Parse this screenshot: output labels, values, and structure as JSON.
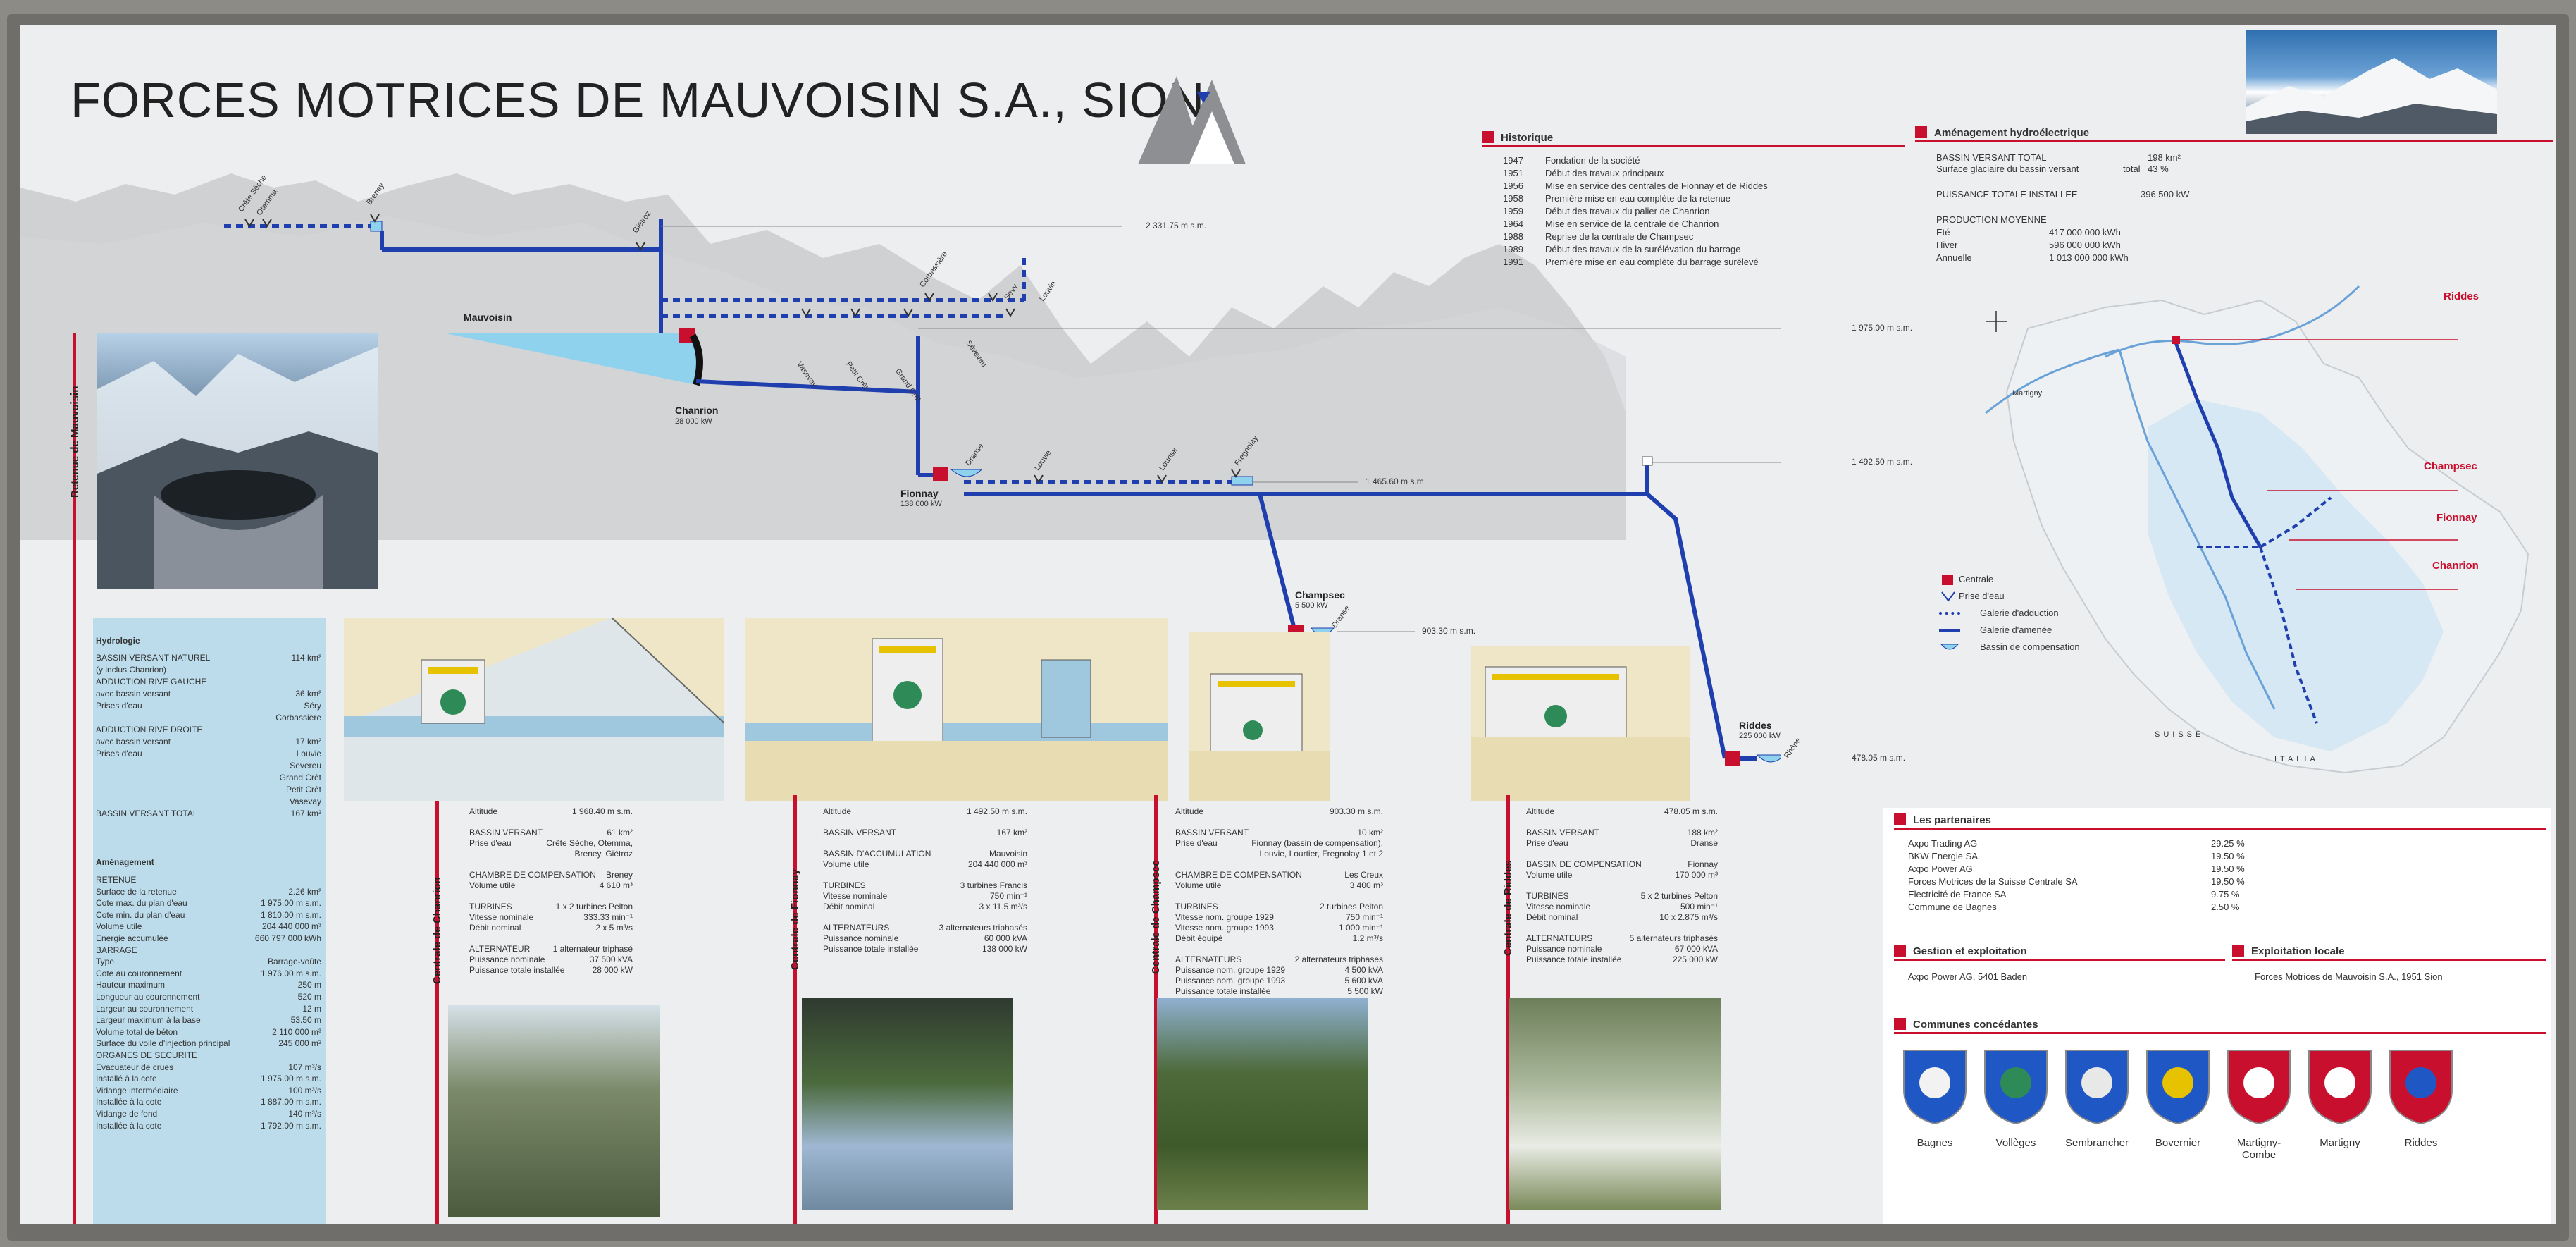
{
  "title": "FORCES MOTRICES DE MAUVOISIN S.A., SION",
  "historique": {
    "heading": "Historique",
    "items": [
      [
        "1947",
        "Fondation de la société"
      ],
      [
        "1951",
        "Début des travaux principaux"
      ],
      [
        "1956",
        "Mise en service des centrales de Fionnay et de Riddes"
      ],
      [
        "1958",
        "Première mise en eau complète de la retenue"
      ],
      [
        "1959",
        "Début des travaux du palier de Chanrion"
      ],
      [
        "1964",
        "Mise en service de la centrale de Chanrion"
      ],
      [
        "1988",
        "Reprise de la centrale de Champsec"
      ],
      [
        "1989",
        "Début des travaux de la surélévation du barrage"
      ],
      [
        "1991",
        "Première mise en eau complète du barrage surélevé"
      ]
    ]
  },
  "amenagement": {
    "heading": "Aménagement hydroélectrique",
    "bassin_label": "BASSIN VERSANT TOTAL",
    "bassin_value": "198 km²",
    "surface_label": "Surface glaciaire du bassin versant",
    "surface_total": "total",
    "surface_value": "43 %",
    "puissance_label": "PUISSANCE TOTALE INSTALLEE",
    "puissance_value": "396 500 kW",
    "production_label": "PRODUCTION MOYENNE",
    "production": [
      [
        "Eté",
        "417 000 000 kWh"
      ],
      [
        "Hiver",
        "596 000 000 kWh"
      ],
      [
        "Annuelle",
        "1 013 000 000 kWh"
      ]
    ]
  },
  "diagram": {
    "elevations": [
      "2 331.75 m s.m.",
      "1 975.00 m s.m.",
      "1 492.50 m s.m.",
      "1 465.60 m s.m.",
      "903.30 m s.m.",
      "478.05 m s.m."
    ],
    "stations": [
      {
        "name": "Mauvoisin",
        "kw": ""
      },
      {
        "name": "Chanrion",
        "kw": "28 000 kW"
      },
      {
        "name": "Fionnay",
        "kw": "138 000 kW"
      },
      {
        "name": "Champsec",
        "kw": "5 500 kW"
      },
      {
        "name": "Riddes",
        "kw": "225 000 kW"
      }
    ],
    "intakes": [
      "Crête Sèche",
      "Otemma",
      "Breney",
      "Giétroz",
      "Vasevay",
      "Petit Crêt",
      "Grand Crêt",
      "Corbassière",
      "Sévy",
      "Louvie",
      "Séveveu",
      "Dranse",
      "Louvie",
      "Lourtier",
      "Fregnolay",
      "Dranse",
      "Rhône"
    ]
  },
  "legend": {
    "items": [
      "Centrale",
      "Prise d'eau",
      "Galerie d'adduction",
      "Galerie d'amenée",
      "Bassin de compensation"
    ]
  },
  "map": {
    "labels": [
      "Riddes",
      "Champsec",
      "Fionnay",
      "Chanrion",
      "Martigny",
      "SUISSE",
      "ITALIA"
    ]
  },
  "retenue": {
    "vtitle": "Retenue de Mauvoisin",
    "hydro_h": "Hydrologie",
    "rows": [
      [
        "BASSIN VERSANT NATUREL",
        "114 km²"
      ],
      [
        "(y inclus Chanrion)",
        ""
      ],
      [
        "ADDUCTION RIVE GAUCHE",
        "",
        ""
      ],
      [
        "avec bassin versant",
        "36 km²"
      ],
      [
        "Prises d'eau",
        "Séry"
      ],
      [
        "",
        "Corbassière"
      ],
      [
        "ADDUCTION RIVE DROITE",
        ""
      ],
      [
        "avec bassin versant",
        "17 km²"
      ],
      [
        "Prises d'eau",
        "Louvie"
      ],
      [
        "",
        "Severeu"
      ],
      [
        "",
        "Grand Crêt"
      ],
      [
        "",
        "Petit Crêt"
      ],
      [
        "",
        "Vasevay"
      ],
      [
        "BASSIN VERSANT TOTAL",
        "167 km²"
      ]
    ],
    "amen_h": "Aménagement",
    "rows2": [
      [
        "RETENUE",
        ""
      ],
      [
        "Surface de la retenue",
        "2.26 km²"
      ],
      [
        "Cote max. du plan d'eau",
        "1 975.00 m s.m."
      ],
      [
        "Cote min. du plan d'eau",
        "1 810.00 m s.m."
      ],
      [
        "Volume utile",
        "204 440 000 m³"
      ],
      [
        "Energie accumulée",
        "660 797 000 kWh"
      ],
      [
        "BARRAGE",
        ""
      ],
      [
        "Type",
        "Barrage-voûte"
      ],
      [
        "Cote au couronnement",
        "1 976.00 m s.m."
      ],
      [
        "Hauteur maximum",
        "250 m"
      ],
      [
        "Longueur au couronnement",
        "520 m"
      ],
      [
        "Largeur au couronnement",
        "12 m"
      ],
      [
        "Largeur maximum à la base",
        "53.50 m"
      ],
      [
        "Volume total de béton",
        "2 110 000 m³"
      ],
      [
        "Surface du voile d'injection principal",
        "245 000 m²"
      ],
      [
        "ORGANES DE SECURITE",
        ""
      ],
      [
        "Evacuateur de crues",
        "107 m³/s"
      ],
      [
        "Installé à la cote",
        "1 975.00 m s.m."
      ],
      [
        "Vidange intermédiaire",
        "100 m³/s"
      ],
      [
        "Installée à la cote",
        "1 887.00 m s.m."
      ],
      [
        "Vidange de fond",
        "140 m³/s"
      ],
      [
        "Installée à la cote",
        "1 792.00 m s.m."
      ]
    ]
  },
  "centrales": [
    {
      "vtitle": "Centrale de Chanrion",
      "rows": [
        [
          "Altitude",
          "1 968.40 m s.m."
        ],
        [
          "",
          ""
        ],
        [
          "BASSIN VERSANT",
          "61 km²"
        ],
        [
          "Prise d'eau",
          "Crête Sèche, Otemma,"
        ],
        [
          "",
          "Breney, Giétroz"
        ],
        [
          "",
          ""
        ],
        [
          "CHAMBRE DE COMPENSATION",
          "Breney"
        ],
        [
          "Volume utile",
          "4 610 m³"
        ],
        [
          "",
          ""
        ],
        [
          "TURBINES",
          "1 x 2 turbines Pelton"
        ],
        [
          "Vitesse nominale",
          "333.33 min⁻¹"
        ],
        [
          "Débit nominal",
          "2 x 5 m³/s"
        ],
        [
          "",
          ""
        ],
        [
          "ALTERNATEUR",
          "1 alternateur triphasé"
        ],
        [
          "Puissance nominale",
          "37 500 kVA"
        ],
        [
          "Puissance totale installée",
          "28 000 kW"
        ]
      ]
    },
    {
      "vtitle": "Centrale de Fionnay",
      "rows": [
        [
          "Altitude",
          "1 492.50 m s.m."
        ],
        [
          "",
          ""
        ],
        [
          "BASSIN VERSANT",
          "167 km²"
        ],
        [
          "",
          ""
        ],
        [
          "BASSIN D'ACCUMULATION",
          "Mauvoisin"
        ],
        [
          "Volume utile",
          "204 440 000 m³"
        ],
        [
          "",
          ""
        ],
        [
          "TURBINES",
          "3 turbines Francis"
        ],
        [
          "Vitesse nominale",
          "750 min⁻¹"
        ],
        [
          "Débit nominal",
          "3 x 11.5 m³/s"
        ],
        [
          "",
          ""
        ],
        [
          "ALTERNATEURS",
          "3 alternateurs triphasés"
        ],
        [
          "Puissance nominale",
          "60 000 kVA"
        ],
        [
          "Puissance totale installée",
          "138 000 kW"
        ]
      ]
    },
    {
      "vtitle": "Centrale de Champsec",
      "rows": [
        [
          "Altitude",
          "903.30 m s.m."
        ],
        [
          "",
          ""
        ],
        [
          "BASSIN VERSANT",
          "10 km²"
        ],
        [
          "Prise d'eau",
          "Fionnay (bassin de compensation),"
        ],
        [
          "",
          "Louvie, Lourtier, Fregnolay 1 et 2"
        ],
        [
          "",
          ""
        ],
        [
          "CHAMBRE DE COMPENSATION",
          "Les Creux"
        ],
        [
          "Volume utile",
          "3 400 m³"
        ],
        [
          "",
          ""
        ],
        [
          "TURBINES",
          "2 turbines Pelton"
        ],
        [
          "Vitesse nom. groupe 1929",
          "750 min⁻¹"
        ],
        [
          "Vitesse nom. groupe 1993",
          "1 000 min⁻¹"
        ],
        [
          "Débit équipé",
          "1.2 m³/s"
        ],
        [
          "",
          ""
        ],
        [
          "ALTERNATEURS",
          "2 alternateurs triphasés"
        ],
        [
          "Puissance nom. groupe 1929",
          "4 500 kVA"
        ],
        [
          "Puissance nom. groupe 1993",
          "5 600 kVA"
        ],
        [
          "Puissance totale installée",
          "5 500 kW"
        ]
      ]
    },
    {
      "vtitle": "Centrale de Riddes",
      "rows": [
        [
          "Altitude",
          "478.05 m s.m."
        ],
        [
          "",
          ""
        ],
        [
          "BASSIN VERSANT",
          "188 km²"
        ],
        [
          "Prise d'eau",
          "Dranse"
        ],
        [
          "",
          ""
        ],
        [
          "BASSIN DE COMPENSATION",
          "Fionnay"
        ],
        [
          "Volume utile",
          "170 000 m³"
        ],
        [
          "",
          ""
        ],
        [
          "TURBINES",
          "5 x 2 turbines Pelton"
        ],
        [
          "Vitesse nominale",
          "500 min⁻¹"
        ],
        [
          "Débit nominal",
          "10 x 2.875 m³/s"
        ],
        [
          "",
          ""
        ],
        [
          "ALTERNATEURS",
          "5 alternateurs triphasés"
        ],
        [
          "Puissance nominale",
          "67 000 kVA"
        ],
        [
          "Puissance totale installée",
          "225 000 kW"
        ]
      ]
    }
  ],
  "partenaires": {
    "heading": "Les partenaires",
    "items": [
      [
        "Axpo Trading AG",
        "29.25 %"
      ],
      [
        "BKW Energie SA",
        "19.50 %"
      ],
      [
        "Axpo Power AG",
        "19.50 %"
      ],
      [
        "Forces Motrices de la Suisse Centrale SA",
        "19.50 %"
      ],
      [
        "Electricité de France SA",
        "9.75 %"
      ],
      [
        "Commune de Bagnes",
        "2.50 %"
      ]
    ]
  },
  "gestion": {
    "heading": "Gestion et exploitation",
    "value": "Axpo Power AG, 5401 Baden"
  },
  "exploitation": {
    "heading": "Exploitation locale",
    "value": "Forces Motrices de Mauvoisin S.A., 1951 Sion"
  },
  "communes": {
    "heading": "Communes concédantes",
    "items": [
      "Bagnes",
      "Vollèges",
      "Sembrancher",
      "Bovernier",
      "Martigny-Combe",
      "Martigny",
      "Riddes"
    ]
  },
  "colors": {
    "accent": "#c8102e",
    "water": "#1f3fae",
    "lake": "#8fd2ee",
    "panel": "#eceef0"
  }
}
